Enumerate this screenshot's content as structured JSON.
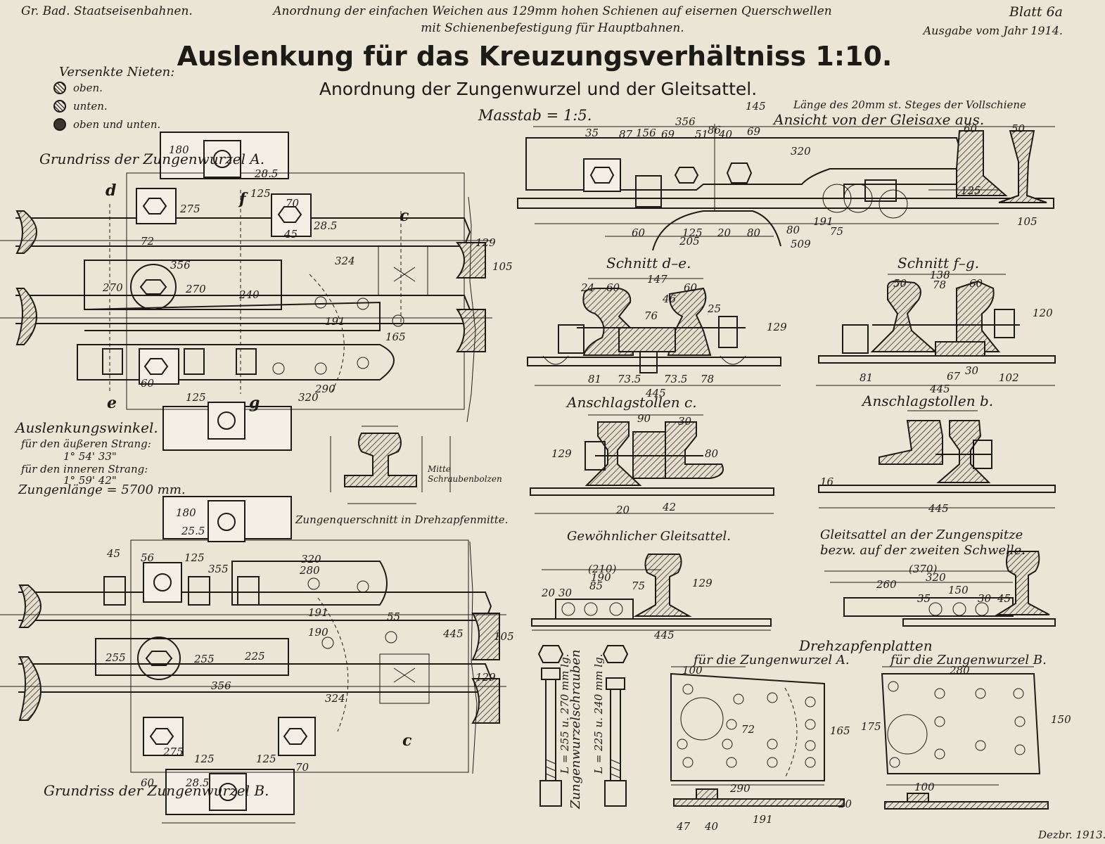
{
  "header": {
    "left": "Gr. Bad. Staatseisenbahnen.",
    "center_line1": "Anordnung der einfachen Weichen aus 129mm hohen Schienen auf eisernen Querschwellen",
    "center_line2": "mit Schienenbefestigung für Hauptbahnen.",
    "sheet": "Blatt 6a",
    "edition": "Ausgabe vom Jahr 1914."
  },
  "title": "Auslenkung für das Kreuzungsverhältniss 1:10.",
  "subtitle": "Anordnung der Zungenwurzel und der Gleitsattel.",
  "scale": "Masstab = 1:5.",
  "legend": {
    "heading": "Versenkte Nieten:",
    "items": [
      "oben.",
      "unten.",
      "oben und unten."
    ]
  },
  "views": {
    "plan_a": "Grundriss der Zungenwurzel A.",
    "plan_b": "Grundriss der Zungenwurzel B.",
    "side_view": "Ansicht von der Gleisaxe aus.",
    "side_note": "Länge des 20mm st. Steges der Vollschiene",
    "section_de": "Schnitt d–e.",
    "section_fg": "Schnitt f–g.",
    "stop_c": "Anschlagstollen c.",
    "stop_b": "Anschlagstollen b.",
    "tongue_section": "Zungenquerschnitt in Drehzapfenmitte.",
    "tongue_note": "Mitte Schraubenbolzen",
    "slide_normal": "Gewöhnlicher Gleitsattel.",
    "slide_tip_1": "Gleitsattel an der Zungenspitze",
    "slide_tip_2": "bezw. auf der zweiten Schwelle.",
    "pivot_plates": "Drehzapfenplatten",
    "pivot_a": "für die Zungenwurzel A.",
    "pivot_b": "für die Zungenwurzel B.",
    "bolts_label": "Zungenwurzelschrauben",
    "bolt_1": "L = 255 u. 270 mm lg.",
    "bolt_2": "L = 225 u. 240 mm lg."
  },
  "deflection": {
    "heading": "Auslenkungswinkel.",
    "outer_label": "für den äußeren Strang:",
    "outer_value": "1° 54' 33\"",
    "inner_label": "für den inneren Strang:",
    "inner_value": "1° 59' 42\"",
    "tongue_length": "Zungenlänge = 5700 mm."
  },
  "section_letters": [
    "d",
    "f",
    "e",
    "g",
    "c"
  ],
  "dims_plan_a": [
    "180",
    "28.5",
    "275",
    "125",
    "70",
    "45",
    "28.5",
    "356",
    "324",
    "270",
    "270",
    "240",
    "191",
    "290",
    "320",
    "125",
    "60",
    "72",
    "129",
    "165",
    "105"
  ],
  "dims_plan_b": [
    "180",
    "25.5",
    "45",
    "56",
    "125",
    "320",
    "355",
    "280",
    "255",
    "255",
    "225",
    "356",
    "324",
    "191",
    "190",
    "275",
    "125",
    "125",
    "70",
    "60",
    "28.5",
    "55",
    "129",
    "105",
    "445"
  ],
  "dims_side": [
    "145",
    "35",
    "87",
    "156",
    "69",
    "356",
    "51",
    "86",
    "40",
    "69",
    "60",
    "50",
    "320",
    "125",
    "105",
    "60",
    "125",
    "20",
    "80",
    "80",
    "75",
    "205",
    "509",
    "191"
  ],
  "dims_de": [
    "147",
    "24",
    "60",
    "60",
    "76",
    "46",
    "25",
    "81",
    "73.5",
    "73.5",
    "78",
    "445",
    "129"
  ],
  "dims_fg": [
    "138",
    "50",
    "78",
    "60",
    "81",
    "67",
    "30",
    "102",
    "445",
    "120"
  ],
  "dims_stop": [
    "90",
    "30",
    "80",
    "129",
    "20",
    "42",
    "16",
    "445"
  ],
  "dims_slide": [
    "(210)",
    "190",
    "85",
    "75",
    "20",
    "30",
    "129",
    "445",
    "(370)",
    "320",
    "260",
    "150",
    "35",
    "30",
    "45"
  ],
  "dims_pivot": [
    "100",
    "290",
    "191",
    "165",
    "280",
    "150",
    "175",
    "100",
    "47",
    "40",
    "72",
    "20"
  ],
  "footer": "Dezbr. 1913."
}
